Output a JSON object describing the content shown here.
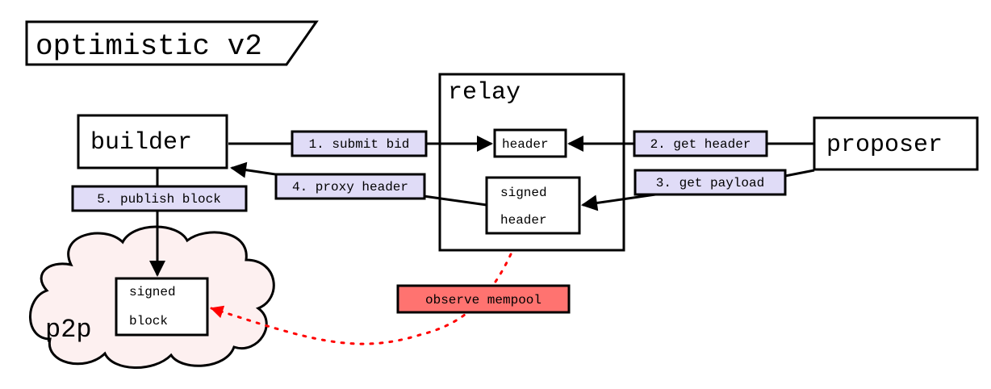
{
  "title": "optimistic v2",
  "nodes": {
    "builder": "builder",
    "relay": "relay",
    "proposer": "proposer",
    "p2p": "p2p",
    "relay_header": "header",
    "relay_signed_header": [
      "signed",
      "header"
    ],
    "signed_block": [
      "signed",
      "block"
    ]
  },
  "edge_labels": {
    "submit_bid": "1. submit bid",
    "get_header": "2. get header",
    "get_payload": "3. get payload",
    "proxy_header": "4. proxy header",
    "publish_block": "5. publish block",
    "observe_mempool": "observe mempool"
  },
  "colors": {
    "stroke": "#000000",
    "label_fill": "#e0dcf7",
    "observe_fill": "#ff7370",
    "cloud_fill": "#fdf0f0",
    "dotted_edge": "#ff0000"
  }
}
